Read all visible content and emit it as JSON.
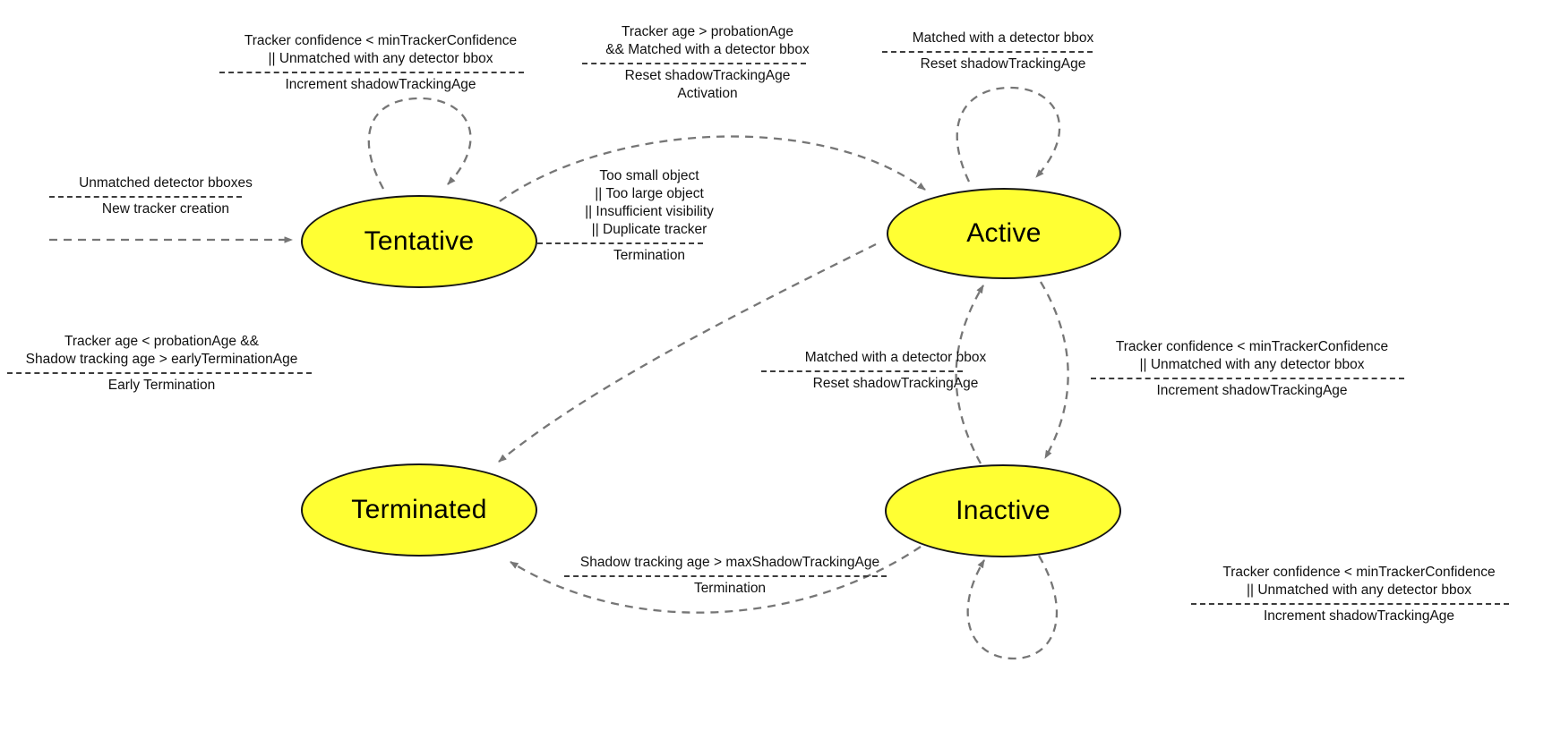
{
  "diagram_type": "state-machine",
  "colors": {
    "state_fill": "#FFFF33",
    "state_stroke": "#161616",
    "arrow_gray": "#767676",
    "label_text": "#111111",
    "background": "#FFFFFF"
  },
  "states": {
    "tentative": {
      "label": "Tentative"
    },
    "active": {
      "label": "Active"
    },
    "terminated": {
      "label": "Terminated"
    },
    "inactive": {
      "label": "Inactive"
    }
  },
  "labels": {
    "start": {
      "cond1": "Unmatched detector bboxes",
      "act1": "New tracker creation"
    },
    "tentative_self": {
      "cond1": "Tracker confidence < minTrackerConfidence",
      "cond2": "|| Unmatched with any detector bbox",
      "act1": "Increment shadowTrackingAge"
    },
    "tentative_to_active": {
      "cond1": "Tracker age > probationAge",
      "cond2": "&& Matched with a detector bbox",
      "act1": "Reset shadowTrackingAge",
      "act2": "Activation"
    },
    "active_self": {
      "cond1": "Matched with a detector bbox",
      "act1": "Reset shadowTrackingAge"
    },
    "active_to_terminated": {
      "cond1": "Too small object",
      "cond2": "|| Too large object",
      "cond3": "|| Insufficient visibility",
      "cond4": "|| Duplicate tracker",
      "act1": "Termination"
    },
    "early_termination": {
      "cond1": "Tracker age <  probationAge &&",
      "cond2": "Shadow tracking age > earlyTerminationAge",
      "act1": "Early Termination"
    },
    "inactive_to_active": {
      "cond1": "Matched with a detector bbox",
      "act1": "Reset shadowTrackingAge"
    },
    "active_to_inactive": {
      "cond1": "Tracker confidence < minTrackerConfidence",
      "cond2": "|| Unmatched with any detector bbox",
      "act1": "Increment shadowTrackingAge"
    },
    "inactive_to_terminated": {
      "cond1": "Shadow tracking age > maxShadowTrackingAge",
      "act1": "Termination"
    },
    "inactive_self": {
      "cond1": "Tracker confidence < minTrackerConfidence",
      "cond2": "|| Unmatched with any detector bbox",
      "act1": "Increment shadowTrackingAge"
    }
  }
}
